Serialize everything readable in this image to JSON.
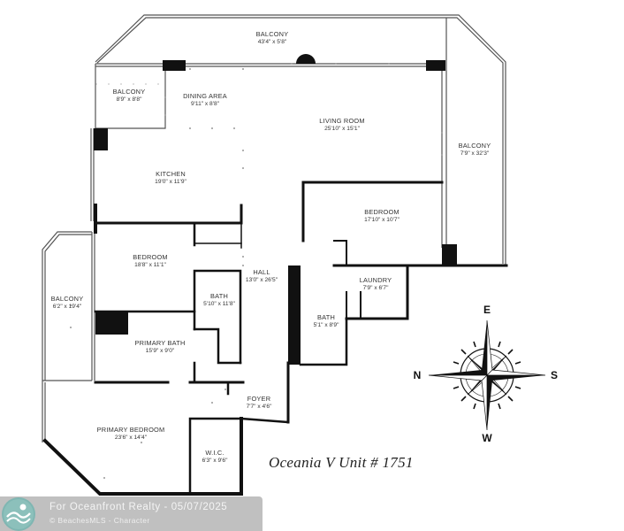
{
  "rooms": {
    "balcony_top": {
      "name": "BALCONY",
      "dims": "43'4\" x 5'8\""
    },
    "balcony_nw": {
      "name": "BALCONY",
      "dims": "8'9\" x 8'8\""
    },
    "dining": {
      "name": "DINING AREA",
      "dims": "9'11\" x 8'8\""
    },
    "living": {
      "name": "LIVING ROOM",
      "dims": "25'10\" x 15'1\""
    },
    "balcony_east": {
      "name": "BALCONY",
      "dims": "7'9\" x 32'3\""
    },
    "kitchen": {
      "name": "KITCHEN",
      "dims": "19'0\" x 11'9\""
    },
    "bedroom_right": {
      "name": "BEDROOM",
      "dims": "17'10\" x 10'7\""
    },
    "bedroom_left": {
      "name": "BEDROOM",
      "dims": "18'8\" x 11'1\""
    },
    "hall": {
      "name": "HALL",
      "dims": "13'0\" x 26'5\""
    },
    "laundry": {
      "name": "LAUNDRY",
      "dims": "7'9\" x 6'7\""
    },
    "balcony_west": {
      "name": "BALCONY",
      "dims": "6'2\" x 19'4\""
    },
    "bath_small": {
      "name": "BATH",
      "dims": "5'10\" x 11'8\""
    },
    "bath_right": {
      "name": "BATH",
      "dims": "5'1\" x 8'9\""
    },
    "primary_bath": {
      "name": "PRIMARY BATH",
      "dims": "15'9\" x 9'0\""
    },
    "foyer": {
      "name": "FOYER",
      "dims": "7'7\" x 4'6\""
    },
    "primary_bedroom": {
      "name": "PRIMARY BEDROOM",
      "dims": "23'6\" x 14'4\""
    },
    "wic": {
      "name": "W.I.C.",
      "dims": "6'3\" x 9'6\""
    }
  },
  "compass": {
    "north": "N",
    "south": "S",
    "east": "E",
    "west": "W"
  },
  "caption": "Oceania V Unit # 1751",
  "watermark": {
    "line1": "For Oceanfront Realty - 05/07/2025",
    "line2": "© BeachesMLS - Character"
  }
}
